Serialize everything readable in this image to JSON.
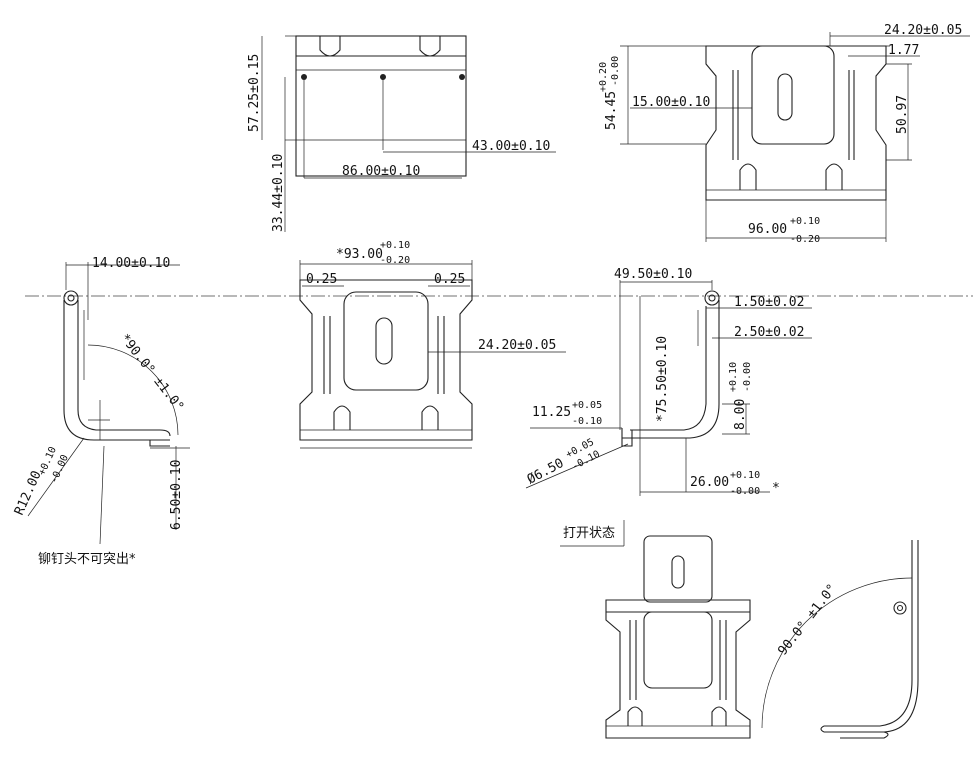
{
  "dimensions": {
    "top_left_height": "57.25±0.15",
    "top_left_rivet_offset": "33.44±0.10",
    "top_left_span": "86.00±0.10",
    "top_left_half": "43.00±0.10",
    "top_right_top_width": "24.20±0.05",
    "top_right_offset": "1.77",
    "top_right_height_base": "54.45",
    "top_right_height_tol_up": "+0.20",
    "top_right_height_tol_dn": "-0.00",
    "top_right_inner": "15.00±0.10",
    "top_right_side": "50.97",
    "top_right_width_base": "96.00",
    "top_right_width_tol_up": "+0.10",
    "top_right_width_tol_dn": "-0.20",
    "left_top": "14.00±0.10",
    "left_angle": "*90.0° ±1.0°",
    "left_radius_base": "R12.00",
    "left_radius_tol_up": "+0.10",
    "left_radius_tol_dn": "-0.00",
    "left_bottom": "6.50±0.10",
    "rivet_note": "铆钉头不可突出*",
    "mid_width_base": "*93.00",
    "mid_width_tol_up": "+0.10",
    "mid_width_tol_dn": "-0.20",
    "mid_gap_left": "0.25",
    "mid_gap_right": "0.25",
    "mid_tab": "24.20±0.05",
    "right_top": "49.50±0.10",
    "right_t1": "1.50±0.02",
    "right_t2": "2.50±0.02",
    "right_height": "*75.50±0.10",
    "right_lip_base": "8.00",
    "right_lip_tol_up": "+0.10",
    "right_lip_tol_dn": "-0.00",
    "right_small_base": "11.25",
    "right_small_tol_up": "+0.05",
    "right_small_tol_dn": "-0.10",
    "right_dia_base": "Ø6.50",
    "right_dia_tol_up": "+0.05",
    "right_dia_tol_dn": "-0.10",
    "right_bottom_base": "26.00",
    "right_bottom_tol_up": "+0.10",
    "right_bottom_tol_dn": "-0.00",
    "right_bottom_star": "*",
    "open_state": "打开状态",
    "open_angle": "90.0° ±1.0°"
  }
}
